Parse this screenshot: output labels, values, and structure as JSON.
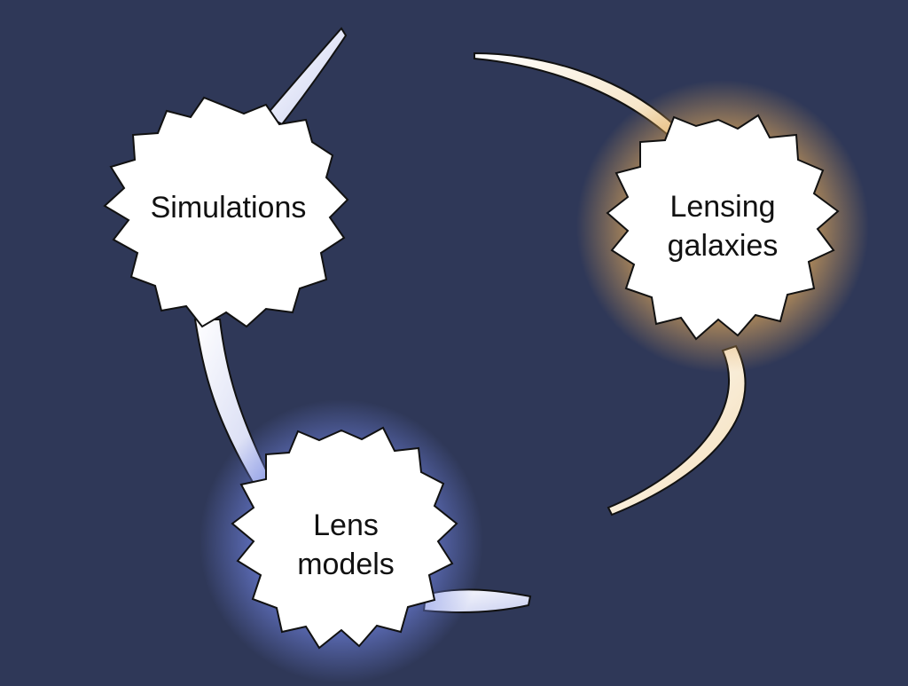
{
  "diagram": {
    "background_color": "#2f3858",
    "nodes": [
      {
        "id": "simulations",
        "lines": [
          "Simulations"
        ],
        "glow": "none"
      },
      {
        "id": "lensing-galaxies",
        "lines": [
          "Lensing",
          "galaxies"
        ],
        "glow": "#e0a85a"
      },
      {
        "id": "lens-models",
        "lines": [
          "Lens",
          "models"
        ],
        "glow": "#6f82e0"
      }
    ],
    "connectors": [
      {
        "from": "simulations",
        "to": "lens-models",
        "style": "brushstroke"
      },
      {
        "from": "lensing-galaxies",
        "to": "lens-models",
        "style": "brushstroke"
      },
      {
        "from": "simulations",
        "to": "lensing-galaxies",
        "style": "brushstroke"
      }
    ]
  }
}
